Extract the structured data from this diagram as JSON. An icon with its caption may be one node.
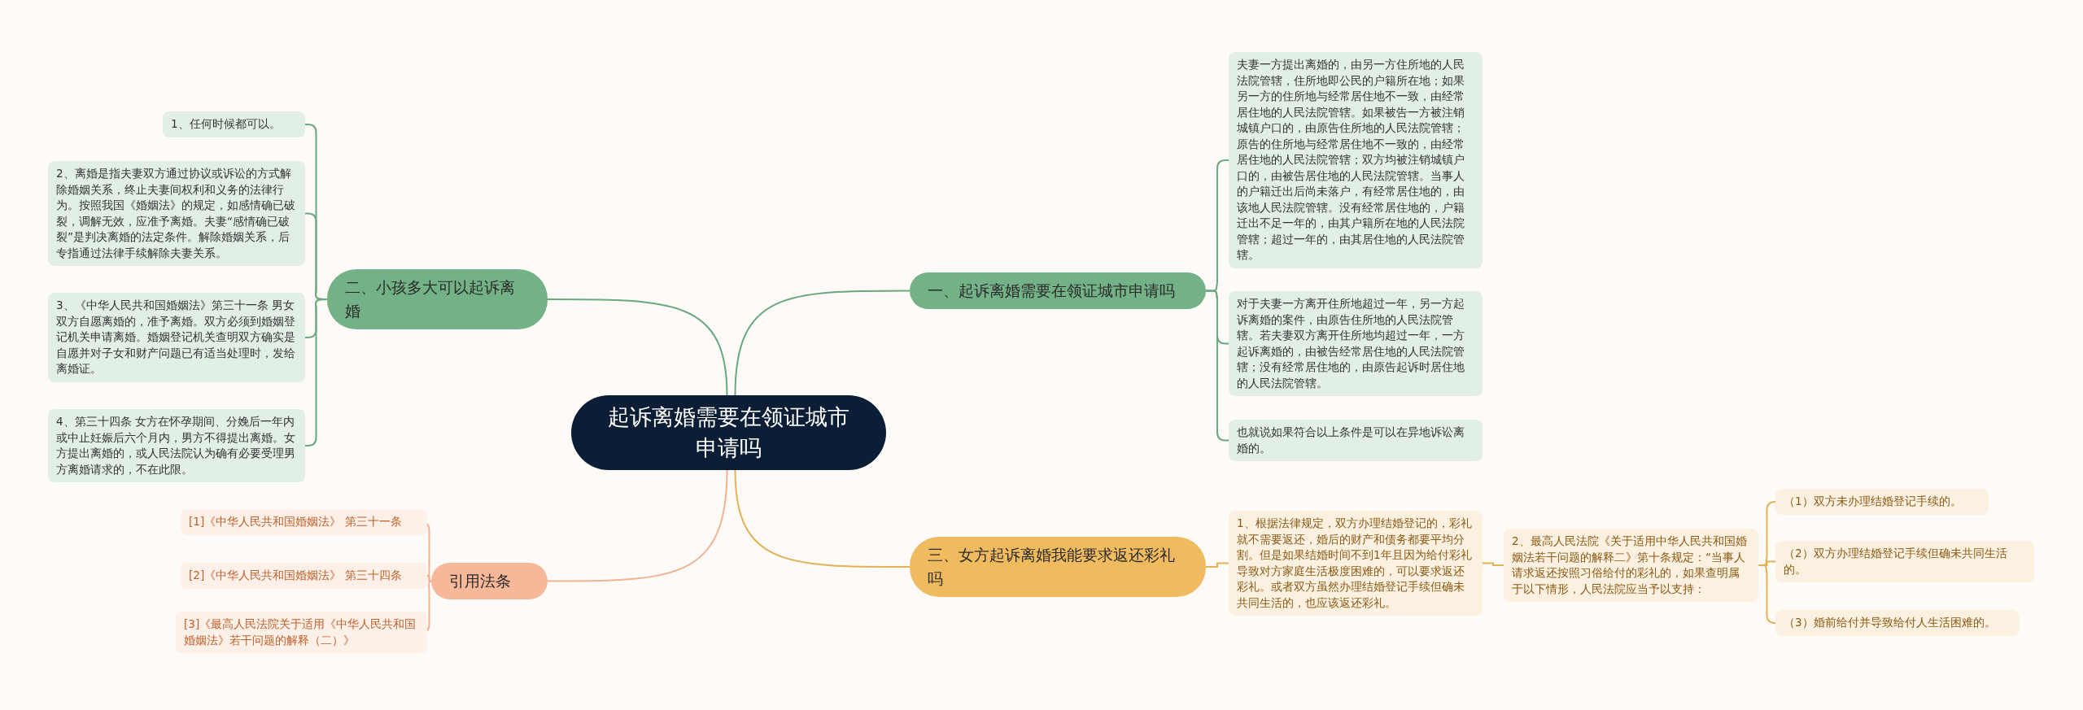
{
  "diagram": {
    "nodes": [
      {
        "text": [
          "起诉离婚需要在领证城市申请吗"
        ]
      },
      {
        "text": [
          "一、起诉离婚需要在领证城市申请吗"
        ]
      },
      {
        "text": [
          "夫妻一方提出离婚的，由另一方住所地的人民法院管辖，住所地即公民的户籍所在地；如果另一方的住所地与经常居住地不一致，由经常居住地的人民法院管辖。如果被告一方被注销城镇户口的，由原告住所地的人民法院管辖；原告的住所地与经常居住地不一致的，由经常居住地的人民法院管辖；双方均被注销城镇户口的，由被告居住地的人民法院管辖。当事人的户籍迁出后尚未落户，有经常居住地的，由该地人民法院管辖。没有经常居住地的，户籍迁出不足一年的，由其户籍所在地的人民法院管辖；超过一年的，由其居住地的人民法院管辖。"
        ]
      },
      {
        "text": [
          "对于夫妻一方离开住所地超过一年，另一方起诉离婚的案件，由原告住所地的人民法院管辖。若夫妻双方离开住所地均超过一年，一方起诉离婚的，由被告经常居住地的人民法院管辖；没有经常居住地的，由原告起诉时居住地的人民法院管辖。"
        ]
      },
      {
        "text": [
          "也就说如果符合以上条件是可以在异地诉讼离婚的。"
        ]
      },
      {
        "text": [
          "三、女方起诉离婚我能要求返还彩礼吗"
        ]
      },
      {
        "text": [
          "1、根据法律规定，双方办理结婚登记的，彩礼就不需要返还，婚后的财产和债务都要平均分割。但是如果结婚时间不到1年且因为给付彩礼导致对方家庭生活极度困难的，可以要求返还彩礼。或者双方虽然办理结婚登记手续但确未共同生活的，也应该返还彩礼。"
        ]
      },
      {
        "text": [
          "2、最高人民法院《关于适用中华人民共和国婚姻法若干问题的解释二》第十条规定：“当事人请求返还按照习俗给付的彩礼的，如果查明属于以下情形，人民法院应当予以支持："
        ]
      },
      {
        "text": [
          "（1）双方未办理结婚登记手续的。"
        ]
      },
      {
        "text": [
          "（2）双方办理结婚登记手续但确未共同生活的。"
        ]
      },
      {
        "text": [
          "（3）婚前给付并导致给付人生活困难的。"
        ]
      },
      {
        "text": [
          "二、小孩多大可以起诉离婚"
        ]
      },
      {
        "text": [
          "1、任何时候都可以。"
        ]
      },
      {
        "text": [
          "2、离婚是指夫妻双方通过协议或诉讼的方式解除婚姻关系，终止夫妻间权利和义务的法律行为。按照我国《婚姻法》的规定，如感情确已破裂，调解无效，应准予离婚。夫妻“感情确已破裂”是判决离婚的法定条件。解除婚姻关系，后专指通过法律手续解除夫妻关系。"
        ]
      },
      {
        "text": [
          "3、《中华人民共和国婚姻法》第三十一条 男女双方自愿离婚的，准予离婚。双方必须到婚姻登记机关申请离婚。婚姻登记机关查明双方确实是自愿并对子女和财产问题已有适当处理时，发给离婚证。"
        ]
      },
      {
        "text": [
          "4、第三十四条 女方在怀孕期间、分娩后一年内或中止妊娠后六个月内，男方不得提出离婚。女方提出离婚的，或人民法院认为确有必要受理男方离婚请求的，不在此限。"
        ]
      },
      {
        "text": [
          "引用法条"
        ]
      },
      {
        "text": [
          "[1]《中华人民共和国婚姻法》 第三十一条"
        ]
      },
      {
        "text": [
          "[2]《中华人民共和国婚姻法》 第三十四条"
        ]
      },
      {
        "text": [
          "[3]《最高人民法院关于适用《中华人民共和国婚姻法》若干问题的解释（二）》"
        ]
      }
    ],
    "edges": [
      {
        "from": 0,
        "to": 1,
        "arrow": "none"
      },
      {
        "from": 1,
        "to": 2,
        "arrow": "none"
      },
      {
        "from": 1,
        "to": 3,
        "arrow": "none"
      },
      {
        "from": 1,
        "to": 4,
        "arrow": "none"
      },
      {
        "from": 0,
        "to": 5,
        "arrow": "none",
        "color": "#e2b256"
      },
      {
        "from": 5,
        "to": 6,
        "arrow": "none",
        "color": "#e2b256"
      },
      {
        "from": 6,
        "to": 7,
        "arrow": "none",
        "color": "#e2b256"
      },
      {
        "from": 7,
        "to": 8,
        "arrow": "none",
        "color": "#e2b256"
      },
      {
        "from": 7,
        "to": 9,
        "arrow": "none",
        "color": "#e2b256"
      },
      {
        "from": 7,
        "to": 10,
        "arrow": "none",
        "color": "#e2b256"
      },
      {
        "from": 0,
        "to": 11,
        "arrow": "none"
      },
      {
        "from": 11,
        "to": 12,
        "arrow": "none"
      },
      {
        "from": 11,
        "to": 13,
        "arrow": "none"
      },
      {
        "from": 11,
        "to": 14,
        "arrow": "none"
      },
      {
        "from": 11,
        "to": 15,
        "arrow": "none"
      },
      {
        "from": 0,
        "to": 16,
        "arrow": "none",
        "color": "#efb394"
      },
      {
        "from": 16,
        "to": 17,
        "arrow": "none",
        "color": "#efb394"
      },
      {
        "from": 16,
        "to": 18,
        "arrow": "none",
        "color": "#efb394"
      },
      {
        "from": 16,
        "to": 19,
        "arrow": "none",
        "color": "#efb394"
      }
    ]
  }
}
